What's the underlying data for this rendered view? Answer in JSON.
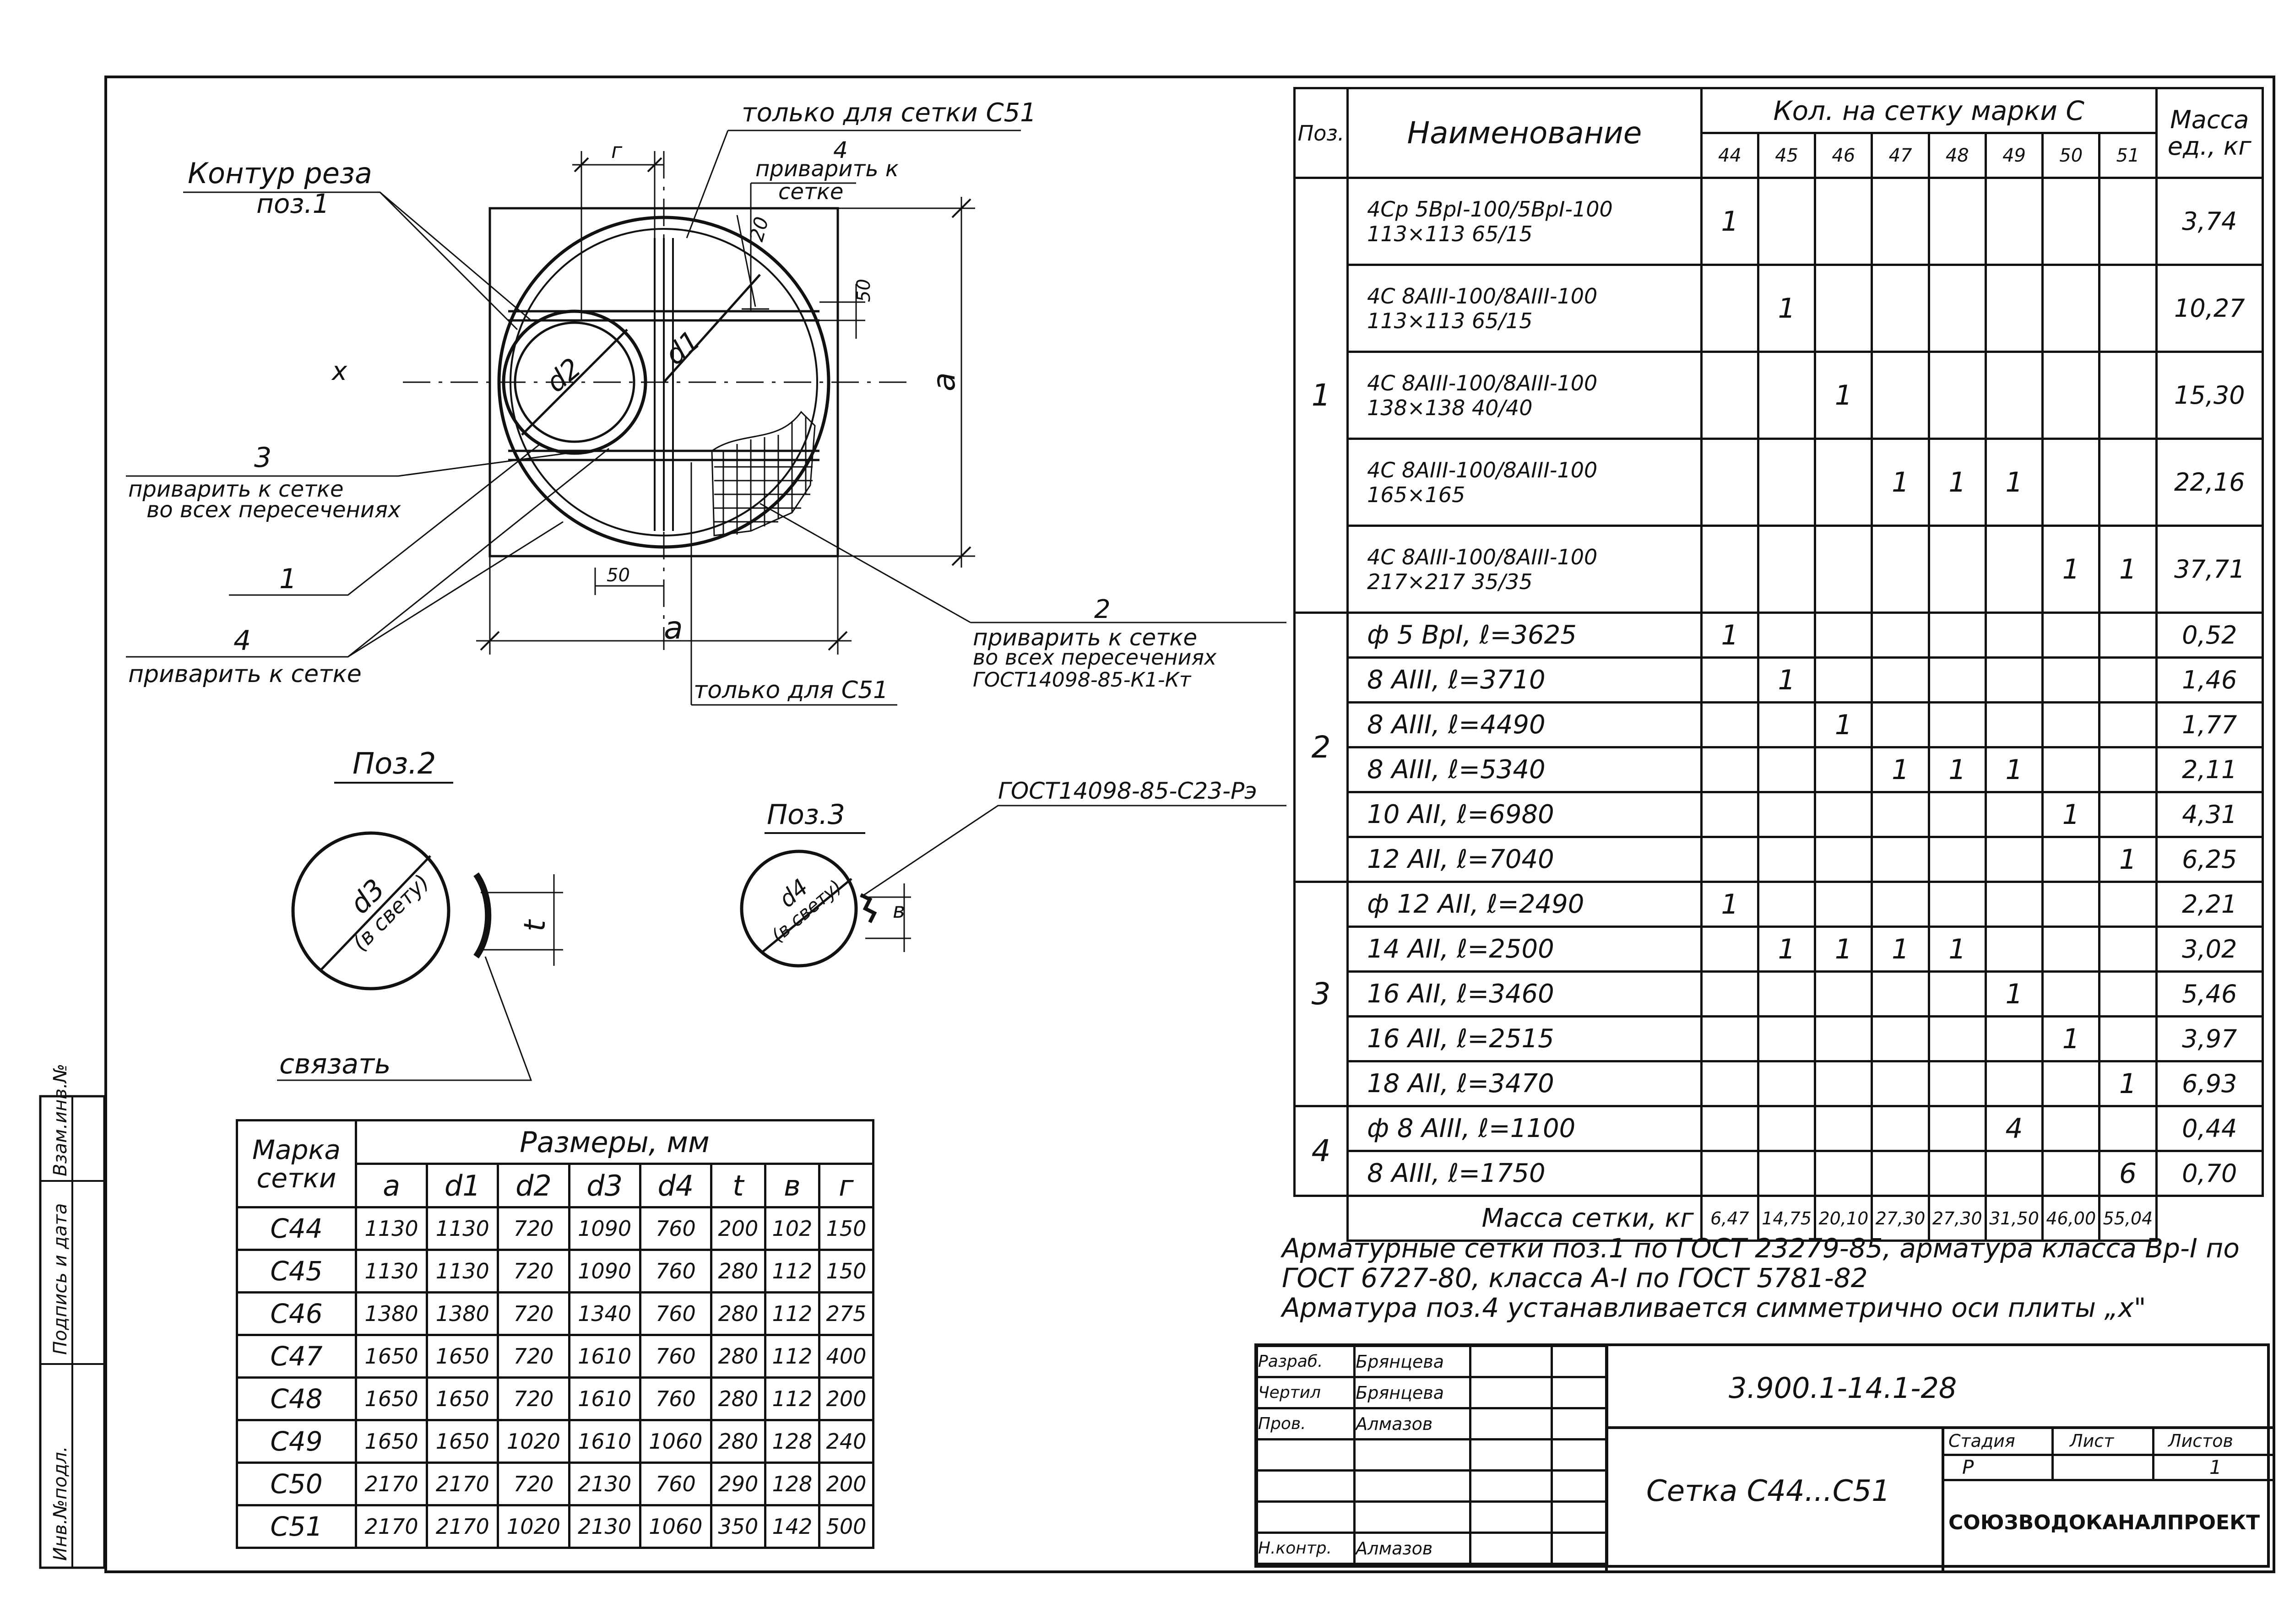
{
  "drawing": {
    "labels": {
      "contour": "Контур реза",
      "contour_pos": "поз.1",
      "only_c51_top": "только для сетки С51",
      "num4_top": "4",
      "weld_to_mesh": "приварить к",
      "weld_to_mesh2": "сетке",
      "dim_g": "г",
      "dim_20": "20",
      "dim_50_right": "50",
      "axis_x": "x",
      "d2": "d2",
      "d1": "d1",
      "dim_a_right": "a",
      "pos3": "3",
      "pos3_text1": "приварить к сетке",
      "pos3_text2": "во всех пересечениях",
      "pos1": "1",
      "pos4": "4",
      "pos4_text": "приварить к сетке",
      "dim_50_bottom": "50",
      "dim_a_bottom": "a",
      "pos2": "2",
      "pos2_text1": "приварить к сетке",
      "pos2_text2": "во всех пересечениях",
      "pos2_text3": "ГОСТ14098-85-К1-Кт",
      "only_c51_bottom": "только для С51"
    },
    "detail2": {
      "title": "Поз.2",
      "d": "d3",
      "note": "(в свету)",
      "t": "t",
      "tie": "связать"
    },
    "detail3": {
      "title": "Поз.3",
      "d": "d4",
      "note": "(в свету)",
      "b": "в",
      "gost": "ГОСТ14098-85-С23-Рэ"
    },
    "side": {
      "inv": "Инв.№подл.",
      "sign": "Подпись и дата",
      "vzam": "Взам.инв.№"
    }
  },
  "dims_table": {
    "header_mark": "Марка сетки",
    "header_sizes": "Размеры, мм",
    "columns": [
      "a",
      "d1",
      "d2",
      "d3",
      "d4",
      "t",
      "в",
      "г"
    ],
    "rows": [
      {
        "mark": "С44",
        "values": [
          "1130",
          "1130",
          "720",
          "1090",
          "760",
          "200",
          "102",
          "150"
        ]
      },
      {
        "mark": "С45",
        "values": [
          "1130",
          "1130",
          "720",
          "1090",
          "760",
          "280",
          "112",
          "150"
        ]
      },
      {
        "mark": "С46",
        "values": [
          "1380",
          "1380",
          "720",
          "1340",
          "760",
          "280",
          "112",
          "275"
        ]
      },
      {
        "mark": "С47",
        "values": [
          "1650",
          "1650",
          "720",
          "1610",
          "760",
          "280",
          "112",
          "400"
        ]
      },
      {
        "mark": "С48",
        "values": [
          "1650",
          "1650",
          "720",
          "1610",
          "760",
          "280",
          "112",
          "200"
        ]
      },
      {
        "mark": "С49",
        "values": [
          "1650",
          "1650",
          "1020",
          "1610",
          "1060",
          "280",
          "128",
          "240"
        ]
      },
      {
        "mark": "С50",
        "values": [
          "2170",
          "2170",
          "720",
          "2130",
          "760",
          "290",
          "128",
          "200"
        ]
      },
      {
        "mark": "С51",
        "values": [
          "2170",
          "2170",
          "1020",
          "2130",
          "1060",
          "350",
          "142",
          "500"
        ]
      }
    ]
  },
  "spec_table": {
    "header_pos": "Поз.",
    "header_name": "Наименование",
    "header_qty": "Кол. на сетку марки С",
    "header_mass": "Масса ед., кг",
    "marks": [
      "44",
      "45",
      "46",
      "47",
      "48",
      "49",
      "50",
      "51"
    ],
    "rows": [
      {
        "pos": "1",
        "name": "4Ср 5ВрI-100/5ВрI-100 113×113 65/15",
        "qty": [
          "1",
          "",
          "",
          "",
          "",
          "",
          "",
          ""
        ],
        "mass": "3,74"
      },
      {
        "pos": "",
        "name": "4С 8АIII-100/8АIII-100 113×113 65/15",
        "qty": [
          "",
          "1",
          "",
          "",
          "",
          "",
          "",
          ""
        ],
        "mass": "10,27"
      },
      {
        "pos": "",
        "name": "4С 8АIII-100/8АIII-100 138×138 40/40",
        "qty": [
          "",
          "",
          "1",
          "",
          "",
          "",
          "",
          ""
        ],
        "mass": "15,30"
      },
      {
        "pos": "",
        "name": "4С 8АIII-100/8АIII-100 165×165",
        "qty": [
          "",
          "",
          "",
          "1",
          "1",
          "1",
          "",
          ""
        ],
        "mass": "22,16"
      },
      {
        "pos": "",
        "name": "4С 8АIII-100/8АIII-100 217×217 35/35",
        "qty": [
          "",
          "",
          "",
          "",
          "",
          "",
          "1",
          "1"
        ],
        "mass": "37,71"
      },
      {
        "pos": "2",
        "name": "ф 5 ВрI, ℓ=3625",
        "qty": [
          "1",
          "",
          "",
          "",
          "",
          "",
          "",
          ""
        ],
        "mass": "0,52"
      },
      {
        "pos": "",
        "name": "8 АIII, ℓ=3710",
        "qty": [
          "",
          "1",
          "",
          "",
          "",
          "",
          "",
          ""
        ],
        "mass": "1,46"
      },
      {
        "pos": "",
        "name": "8 АIII, ℓ=4490",
        "qty": [
          "",
          "",
          "1",
          "",
          "",
          "",
          "",
          ""
        ],
        "mass": "1,77"
      },
      {
        "pos": "",
        "name": "8 АIII, ℓ=5340",
        "qty": [
          "",
          "",
          "",
          "1",
          "1",
          "1",
          "",
          ""
        ],
        "mass": "2,11"
      },
      {
        "pos": "",
        "name": "10 АII, ℓ=6980",
        "qty": [
          "",
          "",
          "",
          "",
          "",
          "",
          "1",
          ""
        ],
        "mass": "4,31"
      },
      {
        "pos": "",
        "name": "12 АII, ℓ=7040",
        "qty": [
          "",
          "",
          "",
          "",
          "",
          "",
          "",
          "1"
        ],
        "mass": "6,25"
      },
      {
        "pos": "3",
        "name": "ф 12 АII, ℓ=2490",
        "qty": [
          "1",
          "",
          "",
          "",
          "",
          "",
          "",
          ""
        ],
        "mass": "2,21"
      },
      {
        "pos": "",
        "name": "14 АII, ℓ=2500",
        "qty": [
          "",
          "1",
          "1",
          "1",
          "1",
          "",
          "",
          ""
        ],
        "mass": "3,02"
      },
      {
        "pos": "",
        "name": "16 АII, ℓ=3460",
        "qty": [
          "",
          "",
          "",
          "",
          "",
          "1",
          "",
          ""
        ],
        "mass": "5,46"
      },
      {
        "pos": "",
        "name": "16 АII, ℓ=2515",
        "qty": [
          "",
          "",
          "",
          "",
          "",
          "",
          "1",
          ""
        ],
        "mass": "3,97"
      },
      {
        "pos": "",
        "name": "18 АII, ℓ=3470",
        "qty": [
          "",
          "",
          "",
          "",
          "",
          "",
          "",
          "1"
        ],
        "mass": "6,93"
      },
      {
        "pos": "4",
        "name": "ф 8 АIII, ℓ=1100",
        "qty": [
          "",
          "",
          "",
          "",
          "",
          "4",
          "",
          ""
        ],
        "mass": "0,44"
      },
      {
        "pos": "",
        "name": "8 АIII, ℓ=1750",
        "qty": [
          "",
          "",
          "",
          "",
          "",
          "",
          "",
          "6"
        ],
        "mass": "0,70"
      }
    ],
    "total_label": "Масса сетки, кг",
    "totals": [
      "6,47",
      "14,75",
      "20,10",
      "27,30",
      "27,30",
      "31,50",
      "46,00",
      "55,04"
    ]
  },
  "notes": [
    "Арматурные сетки поз.1 по ГОСТ 23279-85, арматура класса Вр-I по",
    "ГОСТ 6727-80, класса А-I по ГОСТ 5781-82",
    "Арматура поз.4 устанавливается симметрично оси плиты „x\""
  ],
  "title_block": {
    "roles": [
      "Разраб.",
      "Чертил",
      "Пров.",
      "",
      "",
      "",
      "Н.контр."
    ],
    "names": [
      "Брянцева",
      "Брянцева",
      "Алмазов",
      "",
      "",
      "",
      "Алмазов"
    ],
    "code": "3.900.1-14.1-28",
    "title": "Сетка С44...С51",
    "stage_label": "Стадия",
    "sheet_label": "Лист",
    "sheets_label": "Листов",
    "stage": "Р",
    "sheet": "",
    "sheets": "1",
    "org": "СОЮЗВОДОКАНАЛПРОЕКТ"
  }
}
